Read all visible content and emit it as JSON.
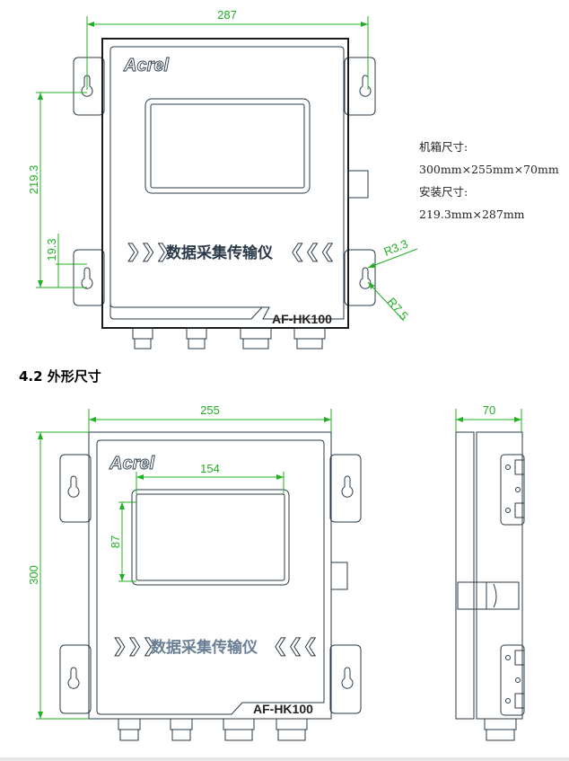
{
  "top_view": {
    "brand": "Acrel",
    "device_label": "数据采集传输仪",
    "chevrons_left": "❯❯❯",
    "chevrons_right": "❮❮❮",
    "model": "AF-HK100",
    "dims": {
      "width": "287",
      "height": "219.3",
      "offset": "19.3",
      "radius_small": "R3.3",
      "radius_large": "R7.5"
    }
  },
  "specs": {
    "case_label": "机箱尺寸:",
    "case_value": "300mm×255mm×70mm",
    "mount_label": "安装尺寸:",
    "mount_value": "219.3mm×287mm"
  },
  "section_heading": "4.2 外形尺寸",
  "front_view": {
    "brand": "Acrel",
    "device_label": "数据采集传输仪",
    "chevrons_left": "❯❯❯",
    "chevrons_right": "❮❮❮",
    "model": "AF-HK100",
    "dims": {
      "width": "255",
      "height": "300",
      "screen_width": "154",
      "screen_height": "87"
    }
  },
  "side_view": {
    "dims": {
      "depth": "70"
    }
  }
}
